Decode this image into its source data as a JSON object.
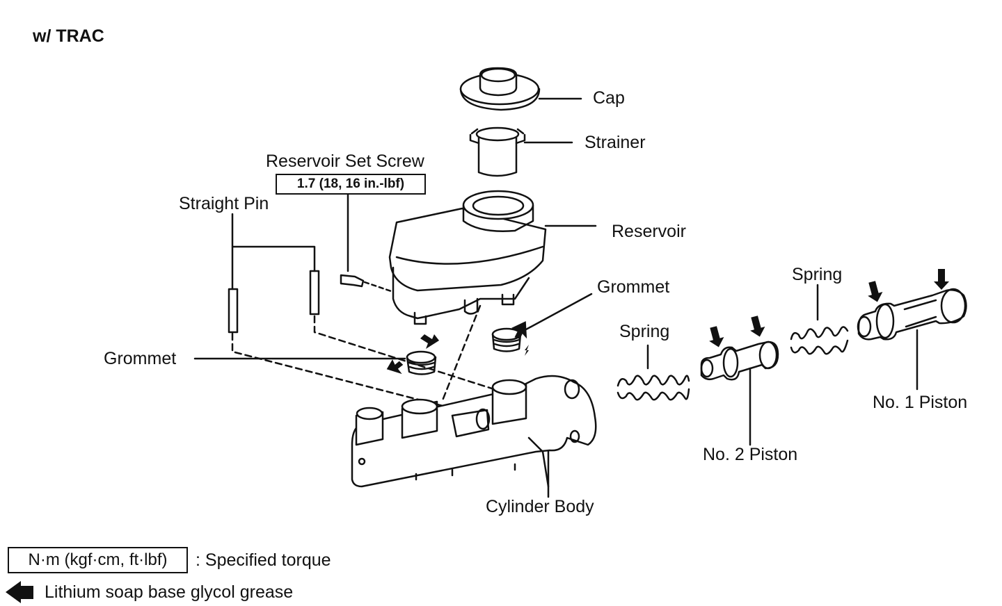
{
  "title": "w/ TRAC",
  "labels": {
    "cap": "Cap",
    "strainer": "Strainer",
    "reservoir_set_screw": "Reservoir Set Screw",
    "torque_value": "1.7 (18, 16 in.-lbf)",
    "straight_pin": "Straight Pin",
    "reservoir": "Reservoir",
    "grommet_right": "Grommet",
    "grommet_left": "Grommet",
    "spring_left": "Spring",
    "spring_right": "Spring",
    "no1_piston": "No. 1 Piston",
    "no2_piston": "No. 2 Piston",
    "cylinder_body": "Cylinder Body"
  },
  "legend": {
    "torque_units": "N·m (kgf·cm, ft·lbf)",
    "torque_desc": ": Specified torque",
    "grease_desc": "Lithium soap base glycol grease"
  },
  "icons": [
    "grease-arrow-icon"
  ]
}
